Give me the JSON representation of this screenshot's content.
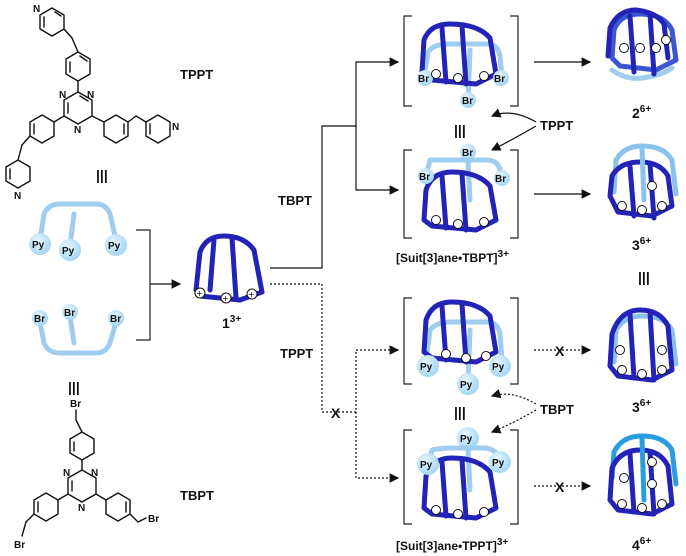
{
  "labels": {
    "tppt_name": "TPPT",
    "tbpt_name": "TBPT",
    "arrow_tbpt": "TBPT",
    "arrow_tppt": "TPPT",
    "side_tppt": "TPPT",
    "side_tbpt": "TBPT",
    "blocked": "X",
    "equiv": "|||"
  },
  "compounds": {
    "c1": {
      "num": "1",
      "charge": "3+"
    },
    "c2": {
      "num": "2",
      "charge": "6+"
    },
    "c3a": {
      "num": "3",
      "charge": "6+"
    },
    "c3b": {
      "num": "3",
      "charge": "6+"
    },
    "c4": {
      "num": "4",
      "charge": "6+"
    }
  },
  "complexes": {
    "suit_tbpt": {
      "text": "[Suit[3]ane•TBPT]",
      "charge": "3+"
    },
    "suit_tppt": {
      "text": "[Suit[3]ane•TPPT]",
      "charge": "3+"
    }
  },
  "substituents": {
    "py": "Py",
    "br": "Br",
    "n": "N",
    "plus": "+"
  },
  "colors": {
    "dark_blue": "#2323b8",
    "light_blue": "#9fcdf0",
    "cyan_blue": "#2a9de0",
    "bubble_fill": "#bfe3f8"
  }
}
